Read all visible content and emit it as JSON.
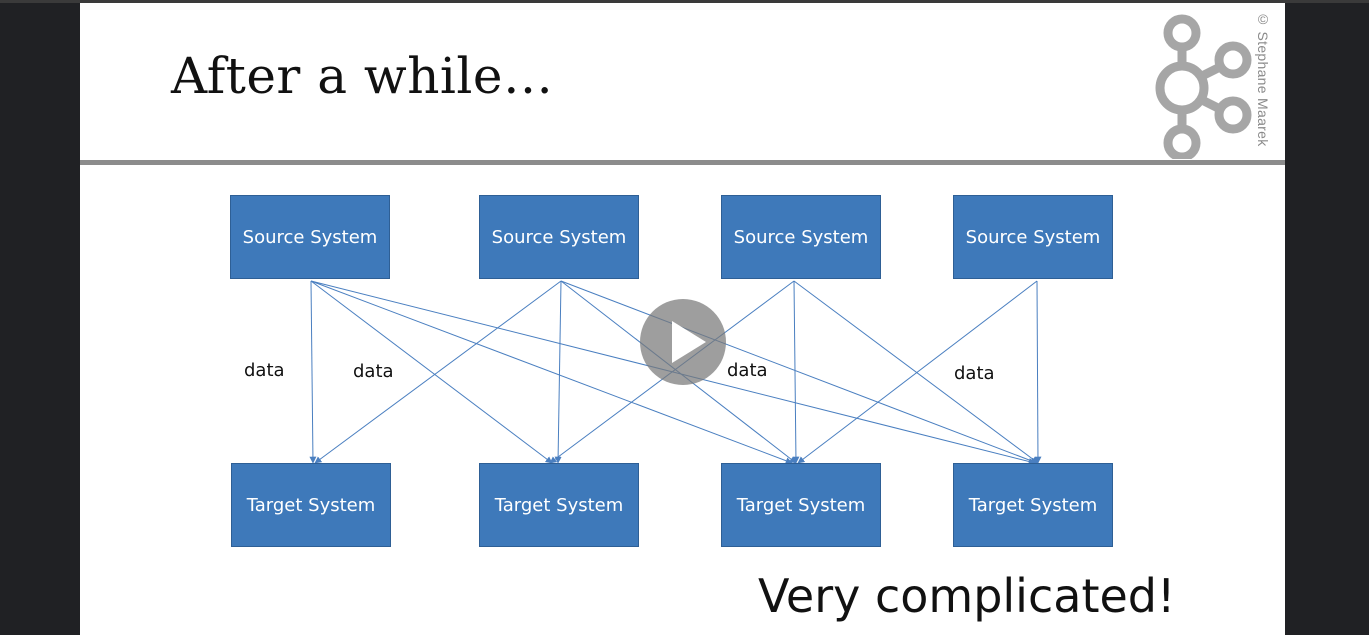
{
  "slide": {
    "title": "After a while…",
    "copyright": "© Stephane Maarek",
    "logo_icon": "kafka-logo-icon",
    "caption": "Very complicated!",
    "accent_color": "#3e79ba",
    "line_color": "#4a7fc0"
  },
  "diagram": {
    "sources": [
      "Source System",
      "Source System",
      "Source System",
      "Source System"
    ],
    "targets": [
      "Target System",
      "Target System",
      "Target System",
      "Target System"
    ],
    "data_labels": [
      "data",
      "data",
      "data",
      "data"
    ]
  },
  "player": {
    "play_icon": "play-icon"
  }
}
